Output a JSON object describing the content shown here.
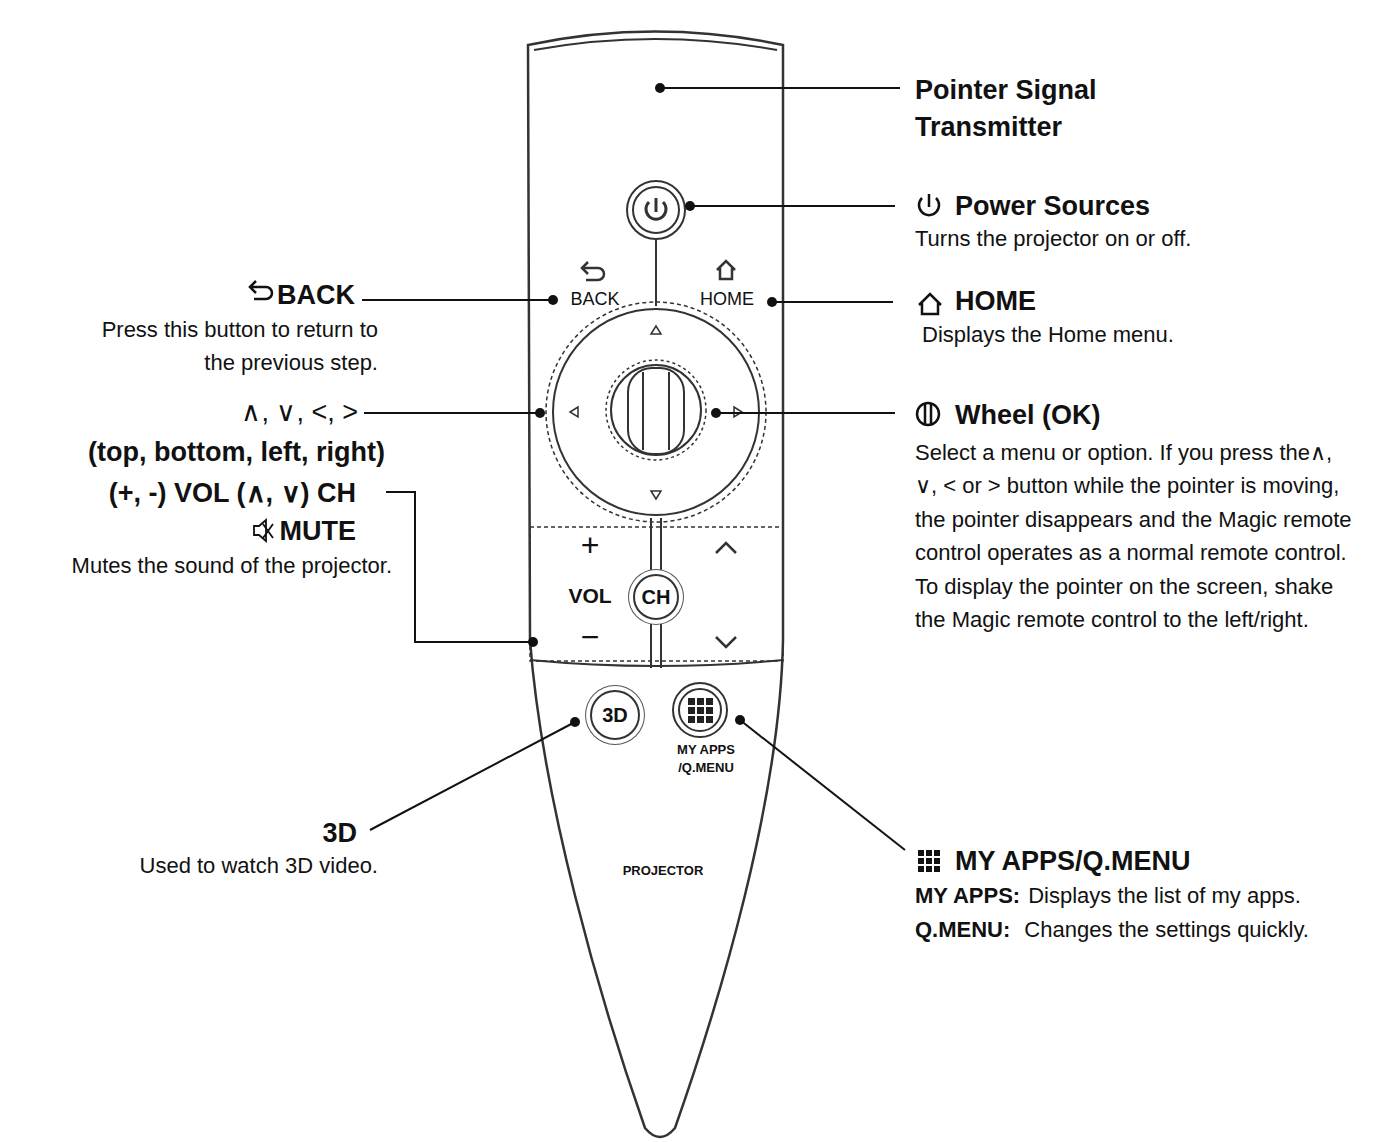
{
  "diagram": {
    "nodes": [
      {
        "text": [
          "CH"
        ]
      },
      {
        "text": [
          "3D"
        ]
      }
    ],
    "labels": [
      "Pointer Signal Transmitter",
      "Power Sources",
      "Turns the projector on or off.",
      "HOME",
      "Displays the Home menu.",
      "Wheel (OK)",
      "Select a menu or option. If you press the∧, ∨, < or > button while the pointer is moving, the pointer disappears and the Magic remote control operates as a normal remote control. To display the pointer on the screen, shake the Magic remote control to the left/right.",
      "MY APPS/Q.MENU",
      "MY APPS:",
      "Displays the list of my apps.",
      "Q.MENU:",
      "Changes the settings quickly.",
      "BACK",
      "Press this button to return to the previous step.",
      "∧, ∨, <, >",
      "(top, bottom, left, right)",
      "(+, -) VOL (∧, ∨) CH",
      "MUTE",
      "Mutes the sound of the projector.",
      "3D",
      "Used to watch 3D video.",
      "BACK",
      "HOME",
      "VOL",
      "+",
      "−",
      "MY APPS /Q.MENU",
      "PROJECTOR"
    ]
  }
}
